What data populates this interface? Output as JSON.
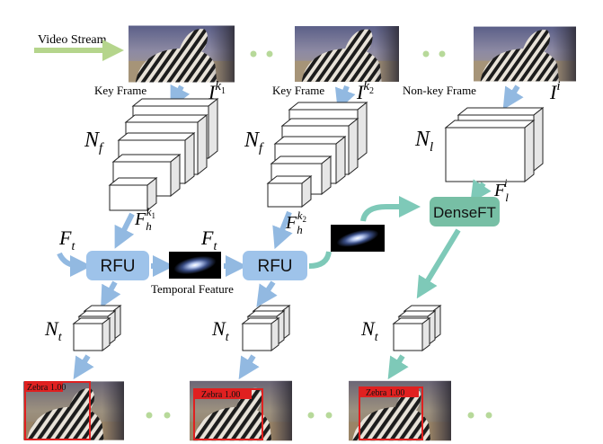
{
  "input": {
    "label": "Video Stream"
  },
  "frames": [
    {
      "label": "Key Frame",
      "symbol": "I",
      "sup": "k",
      "supsub": "1"
    },
    {
      "label": "Key Frame",
      "symbol": "I",
      "sup": "k",
      "supsub": "2"
    },
    {
      "label": "Non-key Frame",
      "symbol": "I",
      "sup": "i",
      "supsub": ""
    }
  ],
  "networks": {
    "feature_net": {
      "base": "N",
      "sub": "f"
    },
    "light_net": {
      "base": "N",
      "sub": "l"
    },
    "task_net": {
      "base": "N",
      "sub": "t"
    }
  },
  "features": {
    "high_level": {
      "base": "F",
      "sub": "h",
      "sup": "k"
    },
    "high_level_1_supsub": "1",
    "high_level_2_supsub": "2",
    "low_level": {
      "base": "F",
      "sub": "l",
      "sup": "i"
    },
    "temporal": {
      "base": "F",
      "sub": "t"
    },
    "temporal_caption": "Temporal Feature"
  },
  "modules": {
    "rfu": "RFU",
    "denseft": "DenseFT"
  },
  "detections": {
    "label": "Zebra 1.00"
  },
  "colors": {
    "blue_arrow": "#92b9e1",
    "blue_node": "#9ec3ea",
    "teal": "#7ec9b8",
    "green_node": "#77bfa5",
    "input_arrow": "#b5d58c",
    "dots": "#b7d99a",
    "detect_red": "#e02020"
  }
}
